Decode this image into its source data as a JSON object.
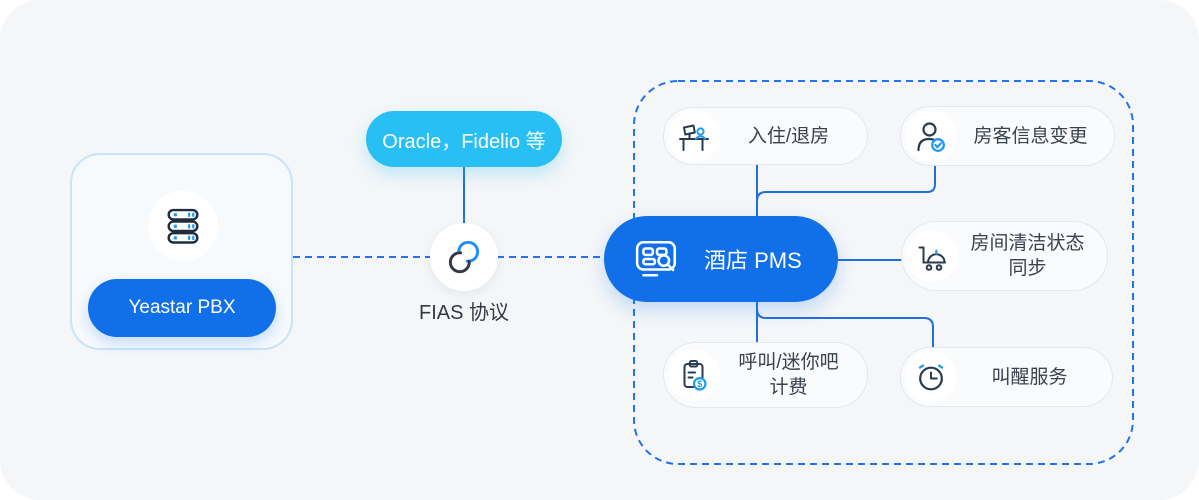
{
  "colors": {
    "panel_bg": "#F4F6F8",
    "primary_blue": "#1170E9",
    "cyan": "#27BFF4",
    "connector_blue": "#1F6FE0",
    "dashed_blue": "#2273E9",
    "icon_dark": "#2A3B4F",
    "icon_blue": "#1E9BF0",
    "text_dark": "#39424E"
  },
  "pbx": {
    "label": "Yeastar PBX",
    "icon": "server-icon"
  },
  "middleware": {
    "providers_label": "Oracle，Fidelio 等",
    "protocol_label": "FIAS 协议",
    "icon": "link-icon"
  },
  "pms": {
    "label": "酒店 PMS",
    "icon": "registration-search-icon"
  },
  "features": [
    {
      "label": "入住/退房",
      "icon": "front-desk-icon"
    },
    {
      "label": "房客信息变更",
      "icon": "guest-check-icon"
    },
    {
      "label": "房间清洁状态",
      "label2": "同步",
      "icon": "cleaning-cart-icon"
    },
    {
      "label": "呼叫/迷你吧",
      "label2": "计费",
      "icon": "billing-icon"
    },
    {
      "label": "叫醒服务",
      "icon": "alarm-clock-icon"
    }
  ]
}
